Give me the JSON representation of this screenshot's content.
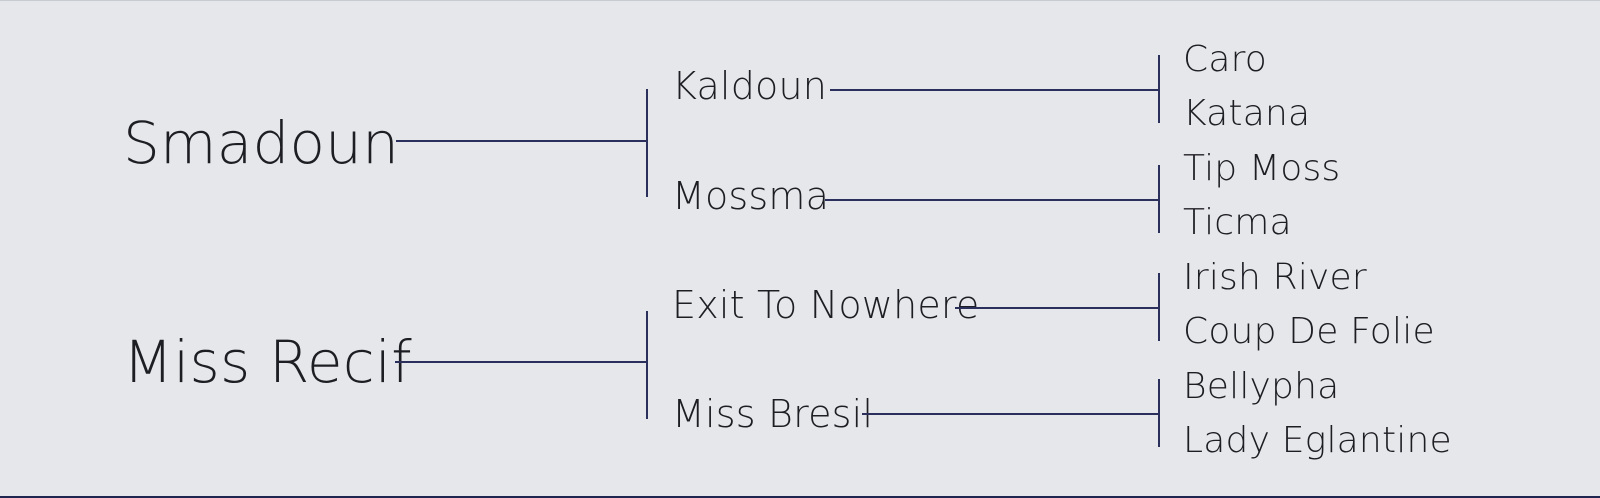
{
  "pedigree": {
    "sire": {
      "name": "Smadoun",
      "sire": {
        "name": "Kaldoun",
        "sire": "Caro",
        "dam": "Katana"
      },
      "dam": {
        "name": "Mossma",
        "sire": "Tip Moss",
        "dam": "Ticma"
      }
    },
    "dam": {
      "name": "Miss Recif",
      "sire": {
        "name": "Exit To Nowhere",
        "sire": "Irish River",
        "dam": "Coup De Folie"
      },
      "dam": {
        "name": "Miss Bresil",
        "sire": "Bellypha",
        "dam": "Lady Eglantine"
      }
    }
  },
  "colors": {
    "background": "#e6e7ea",
    "line": "#2a2f5b",
    "text": "#1d1d24"
  }
}
